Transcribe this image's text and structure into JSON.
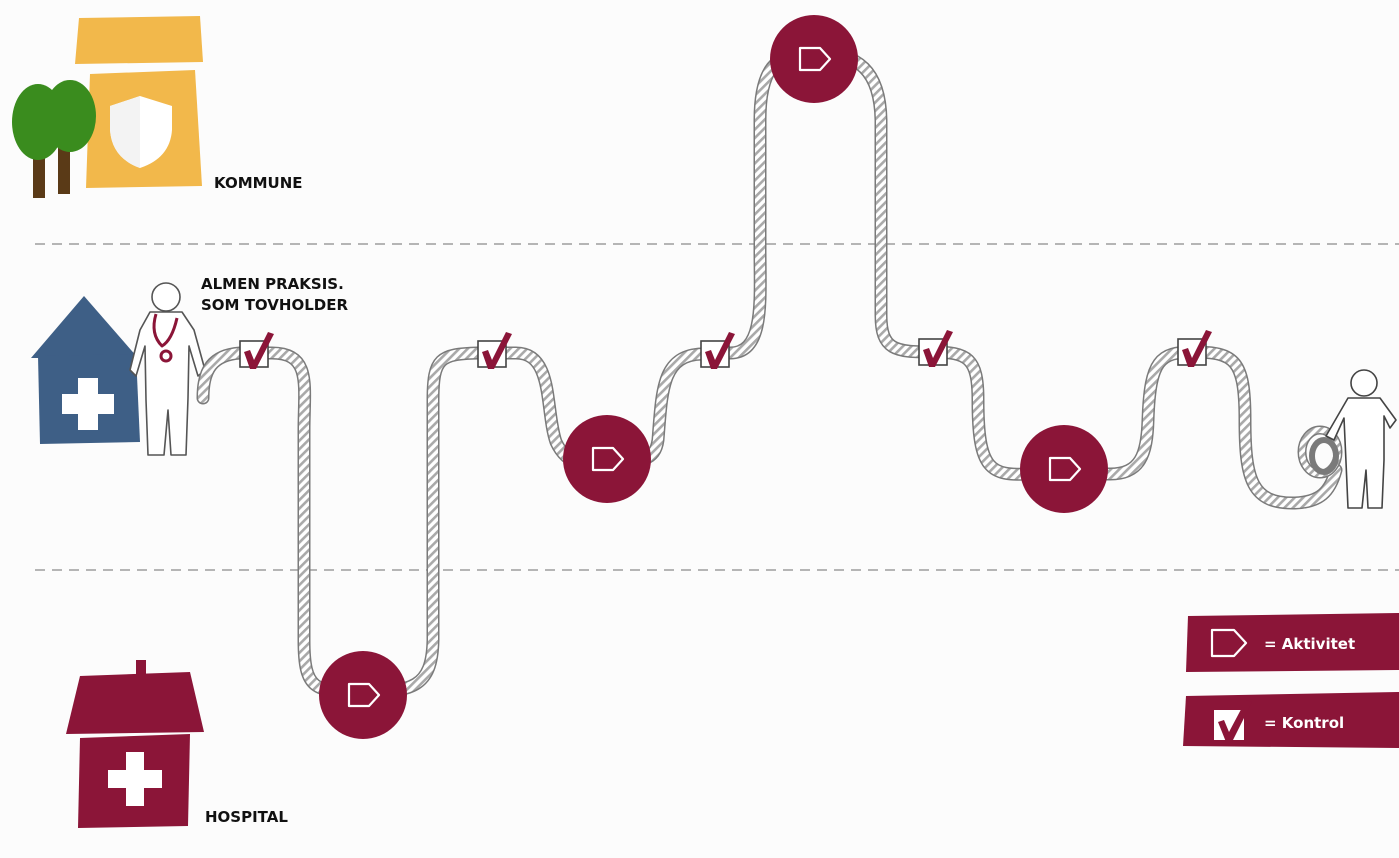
{
  "zones": {
    "kommune": "KOMMUNE",
    "almen_praksis": "ALMEN PRAKSIS.\nSOM TOVHOLDER",
    "hospital": "HOSPITAL"
  },
  "legend": {
    "aktivitet": "= Aktivitet",
    "kontrol": "= Kontrol"
  },
  "colors": {
    "accent": "#8b1538",
    "kommune": "#f2b84b",
    "almen_praksis": "#3e5f86",
    "tree_green": "#3a8c1e",
    "tree_trunk": "#5a3a17",
    "rope": "#b9b9b9",
    "divider": "#b5b5b5"
  },
  "icons": [
    "tree-icon",
    "shield-icon",
    "house-icon",
    "cross-icon",
    "doctor-icon",
    "stethoscope-icon",
    "patient-icon",
    "checkmark-icon",
    "activity-tag-icon",
    "rope-icon"
  ]
}
